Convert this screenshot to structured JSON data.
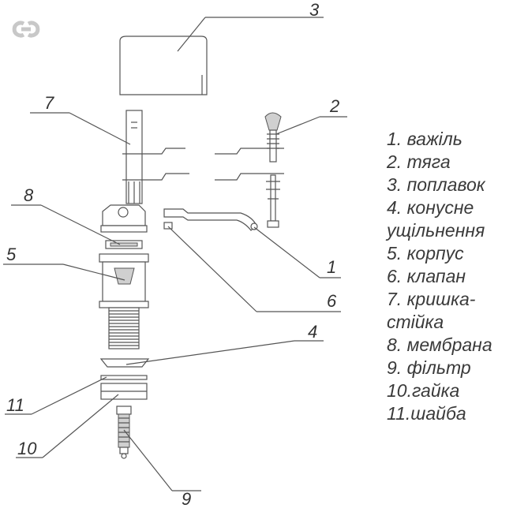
{
  "logo_icon": "link-icon",
  "callouts": {
    "c1": "1",
    "c2": "2",
    "c3": "3",
    "c4": "4",
    "c5": "5",
    "c6": "6",
    "c7": "7",
    "c8": "8",
    "c9": "9",
    "c10": "10",
    "c11": "11"
  },
  "legend": [
    "1.  важіль",
    "2.  тяга",
    "3.  поплавок",
    "4.  конусне ущільнення",
    "5.  корпус",
    "6.  клапан",
    "7.  кришка-стійка",
    "8.  мембрана",
    "9.  фільтр",
    "10.гайка",
    "11.шайба"
  ]
}
